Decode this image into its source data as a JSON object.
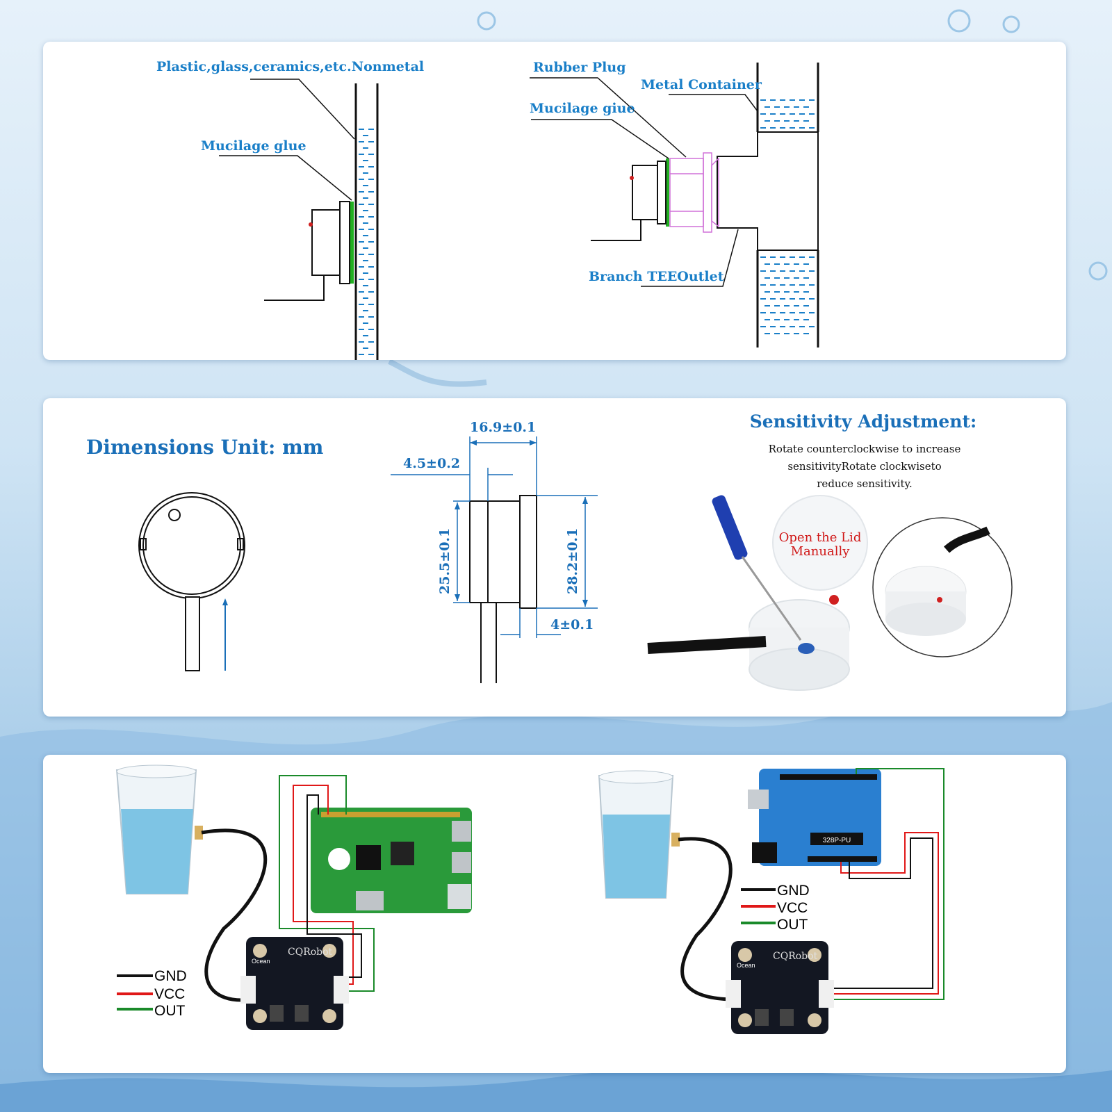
{
  "panel1": {
    "left": {
      "material_label": "Plastic,glass,ceramics,etc.Nonmetal",
      "glue_label": "Mucilage glue"
    },
    "right": {
      "plug_label": "Rubber Plug",
      "container_label": "Metal Container",
      "glue_label": "Mucilage giue",
      "tee_label": "Branch TEEOutlet"
    }
  },
  "panel2": {
    "dimensions_title": "Dimensions Unit: mm",
    "dim_width": "16.9±0.1",
    "dim_lid": "4.5±0.2",
    "dim_inner_height": "25.5±0.1",
    "dim_outer_height": "28.2±0.1",
    "dim_base": "4±0.1",
    "sensitivity_title": "Sensitivity Adjustment:",
    "sensitivity_lines": [
      "Rotate counterclockwise to increase",
      "sensitivityRotate clockwiseto",
      "reduce sensitivity."
    ],
    "open_lid_lines": [
      "Open the Lid",
      "Manually"
    ]
  },
  "panel3": {
    "left": {
      "board_brand": "CQRobot",
      "board_tag": "Ocean",
      "legend": [
        "GND",
        "VCC",
        "OUT"
      ]
    },
    "right": {
      "board_brand": "CQRobot",
      "board_tag": "Ocean",
      "chip_label": "328P-PU",
      "legend": [
        "GND",
        "VCC",
        "OUT"
      ]
    }
  },
  "colors": {
    "accent_blue": "#1a7fc8",
    "wire_gnd": "#000000",
    "wire_vcc": "#e01818",
    "wire_out": "#1a8a2a",
    "glue_green": "#22b022",
    "plug_pink": "#d070d8",
    "pi_green": "#2a9a3a",
    "arduino_blue": "#2a7fd0"
  }
}
